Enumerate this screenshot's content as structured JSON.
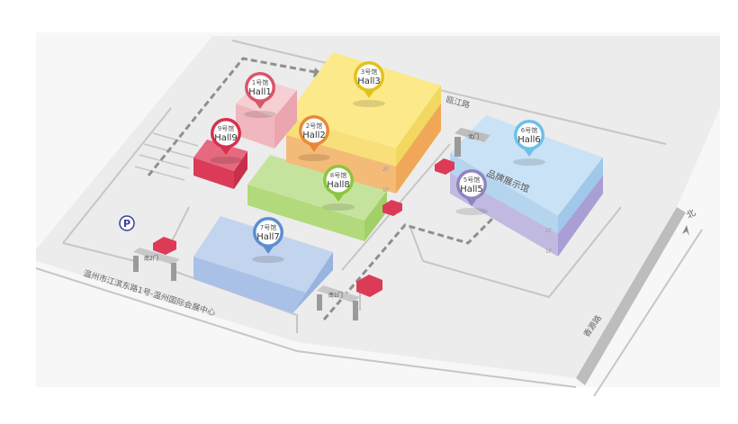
{
  "halls": [
    {
      "id": "hall1",
      "cn": "1号馆",
      "en": "Hall1",
      "color": "#d9556a"
    },
    {
      "id": "hall3",
      "cn": "3号馆",
      "en": "Hall3",
      "color": "#e2c21a"
    },
    {
      "id": "hall2",
      "cn": "2号馆",
      "en": "Hall2",
      "color": "#e8893a"
    },
    {
      "id": "hall9",
      "cn": "9号馆",
      "en": "Hall9",
      "color": "#d8304f"
    },
    {
      "id": "hall8",
      "cn": "8号馆",
      "en": "Hall8",
      "color": "#8cc63e"
    },
    {
      "id": "hall7",
      "cn": "7号馆",
      "en": "Hall7",
      "color": "#5b8fd0"
    },
    {
      "id": "hall6",
      "cn": "6号馆",
      "en": "Hall6",
      "color": "#6cc0ea"
    },
    {
      "id": "hall5",
      "cn": "5号馆",
      "en": "Hall5",
      "color": "#8f84c0"
    }
  ],
  "labels": {
    "road_north": "瓯江路",
    "road_east": "香源路",
    "address": "温州市江滨东路1号-温州国际会展中心",
    "brand_hall": "品牌展示馆",
    "north": "北",
    "parking": "P",
    "floor2": "2F",
    "floor1": "1F"
  },
  "gates": {
    "north": "北门",
    "south2": "南2门",
    "south1": "南1门"
  }
}
